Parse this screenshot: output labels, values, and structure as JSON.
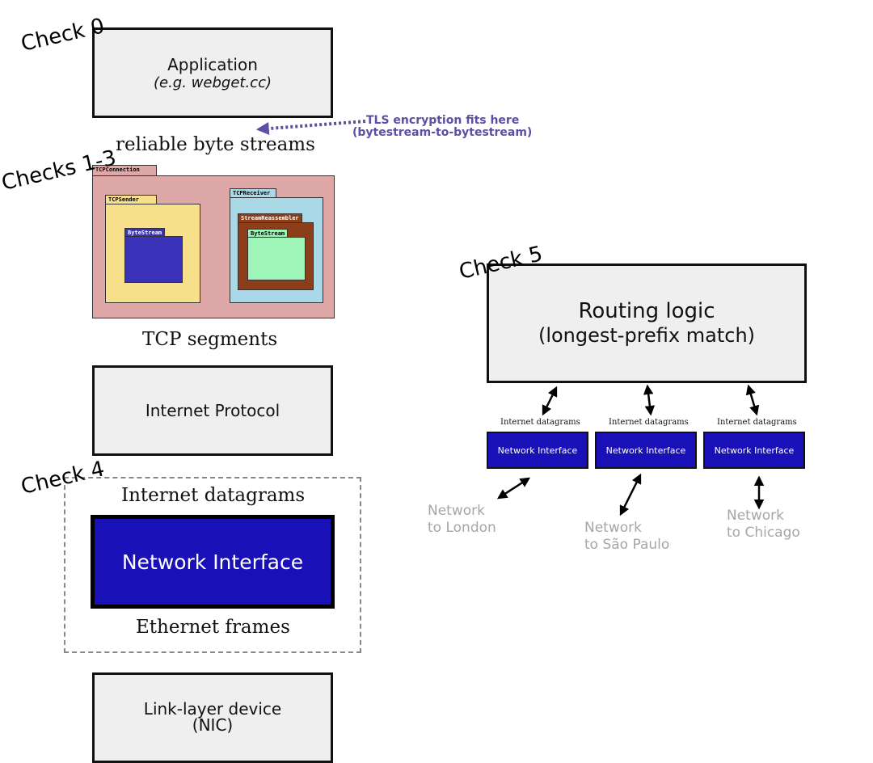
{
  "stack": {
    "check0_label": "Check 0",
    "application": {
      "title": "Application",
      "subtitle": "(e.g. webget.cc)"
    },
    "tls_note": {
      "line1": "TLS encryption fits here",
      "line2": "(bytestream-to-bytestream)"
    },
    "reliable_byte_streams": "reliable byte streams",
    "checks13_label": "Checks 1-3",
    "tcp_connection": {
      "tab": "TCPConnection",
      "sender_tab": "TCPSender",
      "sender_bytestream_tab": "ByteStream",
      "receiver_tab": "TCPReceiver",
      "reassembler_tab": "StreamReassembler",
      "receiver_bytestream_tab": "ByteStream"
    },
    "tcp_segments": "TCP segments",
    "internet_protocol": "Internet Protocol",
    "check4_label": "Check 4",
    "internet_datagrams": "Internet datagrams",
    "network_interface": "Network Interface",
    "ethernet_frames": "Ethernet frames",
    "link_layer": {
      "line1": "Link-layer device",
      "line2": "(NIC)"
    }
  },
  "router": {
    "check5_label": "Check 5",
    "routing_logic": {
      "line1": "Routing logic",
      "line2": "(longest-prefix match)"
    },
    "interfaces": [
      {
        "datagram_label": "Internet datagrams",
        "label": "Network Interface",
        "destination_line1": "Network",
        "destination_line2": "to London"
      },
      {
        "datagram_label": "Internet datagrams",
        "label": "Network Interface",
        "destination_line1": "Network",
        "destination_line2": "to São Paulo"
      },
      {
        "datagram_label": "Internet datagrams",
        "label": "Network Interface",
        "destination_line1": "Network",
        "destination_line2": "to Chicago"
      }
    ]
  },
  "colors": {
    "box_fill": "#efefef",
    "network_interface": "#1a10b8",
    "tls_arrow": "#5b4fa6",
    "tcp_connection": "#dea8a8",
    "tcp_sender": "#f7e08a",
    "bytestream_sender": "#3a32b8",
    "tcp_receiver": "#a9d8e6",
    "stream_reassembler": "#8b3e19",
    "bytestream_receiver": "#9ff5b8",
    "gray_text": "#a6a6a6"
  }
}
